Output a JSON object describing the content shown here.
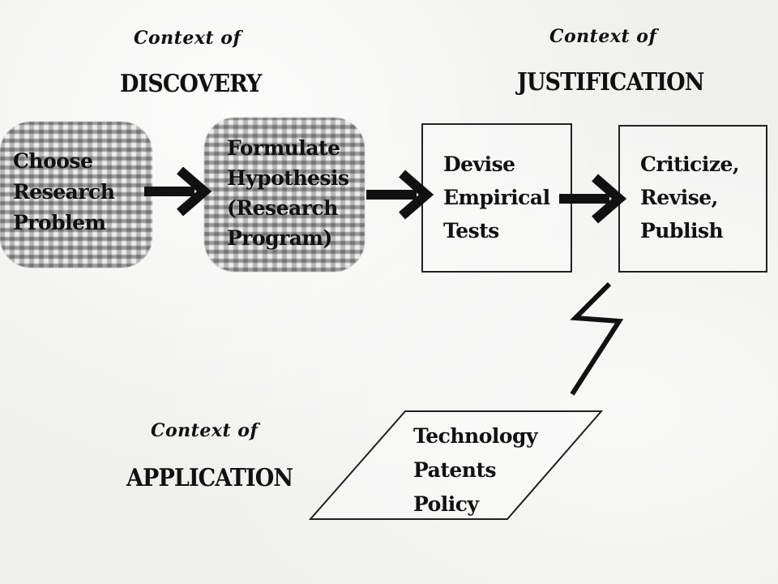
{
  "discovery": {
    "context_label": "Context  of",
    "title": "DISCOVERY"
  },
  "justification": {
    "context_label": "Context  of",
    "title": "JUSTIFICATION"
  },
  "application": {
    "context_label": "Context  of",
    "title": "APPLICATION"
  },
  "steps": [
    {
      "lines": [
        "Choose",
        "Research",
        "Problem"
      ]
    },
    {
      "lines": [
        "Formulate",
        "Hypothesis",
        "(Research",
        "Program)"
      ]
    },
    {
      "lines": [
        "Devise",
        "Empirical",
        "Tests"
      ]
    },
    {
      "lines": [
        "Criticize,",
        "Revise,",
        "Publish"
      ]
    }
  ],
  "application_box": {
    "lines": [
      "Technology",
      "Patents",
      "Policy"
    ]
  }
}
